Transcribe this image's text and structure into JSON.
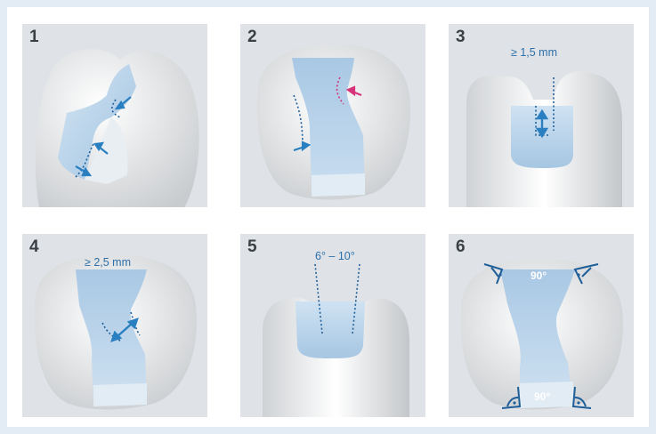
{
  "panels": [
    {
      "number": "1"
    },
    {
      "number": "2"
    },
    {
      "number": "3",
      "measure": "≥ 1,5 mm"
    },
    {
      "number": "4",
      "measure": "≥ 2,5 mm"
    },
    {
      "number": "5",
      "measure": "6° – 10°"
    },
    {
      "number": "6",
      "angle_top": "90°",
      "angle_bottom": "90°"
    }
  ],
  "colors": {
    "background": "#e3ecf4",
    "panel": "#dfe3e7",
    "tooth": "#f4f5f6",
    "cavity": "#b5d1e9",
    "arrow": "#2a7fc1",
    "dotted": "#1f5f99",
    "highlight_arrow": "#d6337a"
  }
}
